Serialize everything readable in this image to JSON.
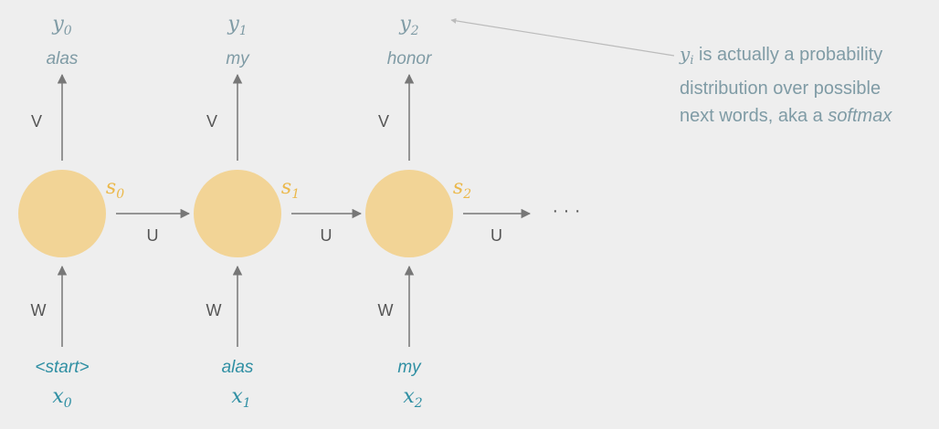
{
  "weights": {
    "V": "V",
    "U": "U",
    "W": "W"
  },
  "ellipsis": "· · ·",
  "colors": {
    "background": "#eeeeee",
    "node": "#f2d496",
    "state_label": "#ebb84a",
    "output_label": "#7f9ba5",
    "input_label": "#2f8fa3",
    "arrow": "#777777",
    "weight_label": "#555555"
  },
  "steps": [
    {
      "output_var": "y",
      "output_sub": "0",
      "output_word": "alas",
      "state_var": "s",
      "state_sub": "0",
      "input_word": "<start>",
      "input_var": "x",
      "input_sub": "0"
    },
    {
      "output_var": "y",
      "output_sub": "1",
      "output_word": "my",
      "state_var": "s",
      "state_sub": "1",
      "input_word": "alas",
      "input_var": "x",
      "input_sub": "1"
    },
    {
      "output_var": "y",
      "output_sub": "2",
      "output_word": "honor",
      "state_var": "s",
      "state_sub": "2",
      "input_word": "my",
      "input_var": "x",
      "input_sub": "2"
    }
  ],
  "annotation": {
    "var": "y",
    "var_sub": "i",
    "line1_rest": " is actually a probability",
    "line2": "distribution over possible",
    "line3_prefix": "next words, aka a ",
    "line3_em": "softmax"
  }
}
